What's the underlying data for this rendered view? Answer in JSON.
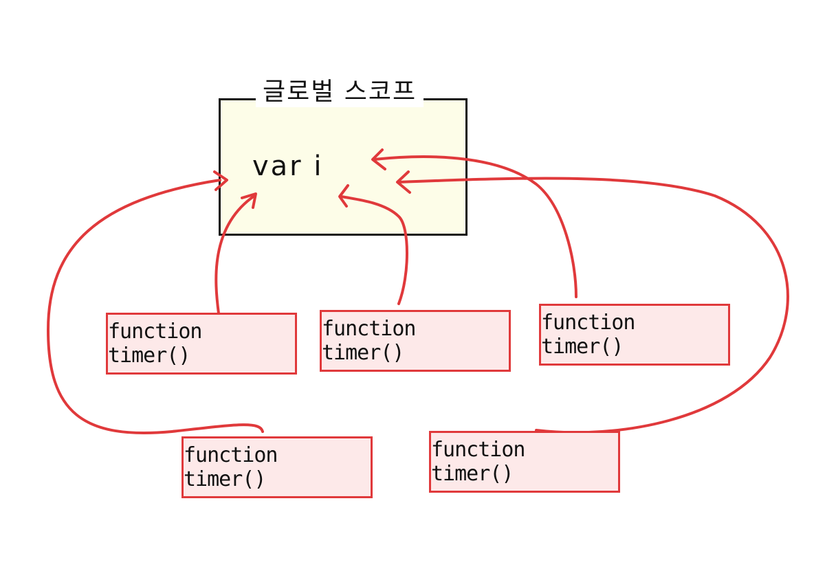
{
  "scope": {
    "title": "글로벌 스코프",
    "variable": "var i"
  },
  "functions": [
    {
      "label": "function timer()"
    },
    {
      "label": "function timer()"
    },
    {
      "label": "function timer()"
    },
    {
      "label": "function timer()"
    },
    {
      "label": "function timer()"
    }
  ],
  "colors": {
    "arrow": "#e0393b",
    "scope_fill": "#fdfde8",
    "function_fill": "#fde9e9"
  }
}
